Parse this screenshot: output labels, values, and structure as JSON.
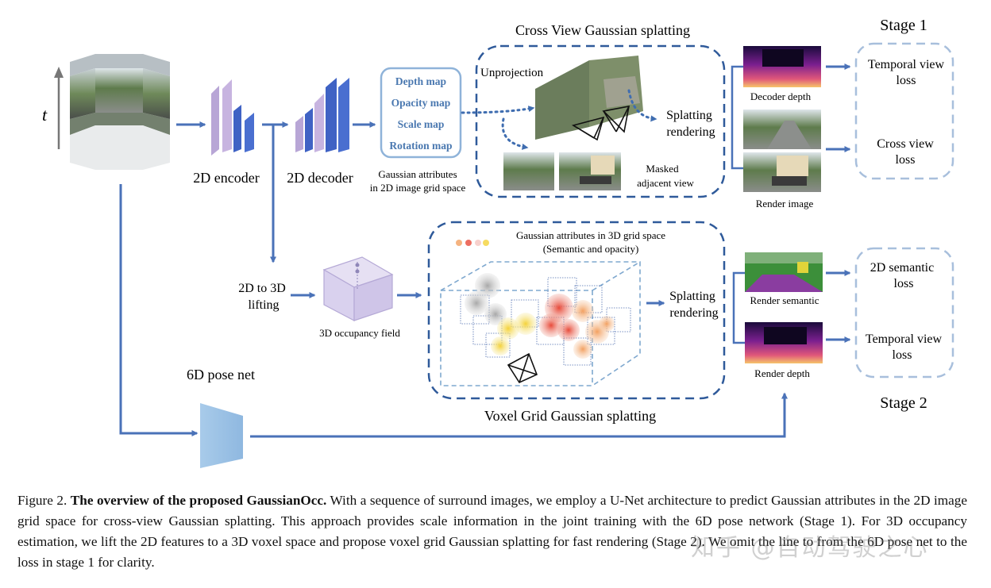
{
  "diagram": {
    "time_axis": "t",
    "encoder": "2D encoder",
    "decoder": "2D decoder",
    "attribute_maps": [
      "Depth map",
      "Opacity map",
      "Scale map",
      "Rotation map"
    ],
    "gaussian_2d": [
      "Gaussian attributes",
      "in 2D image grid space"
    ],
    "cross_view_title": "Cross View Gaussian splatting",
    "unprojection": "Unprojection",
    "splatting_rendering_1": [
      "Splatting",
      "rendering"
    ],
    "masked_view": [
      "Masked",
      "adjacent view"
    ],
    "decoder_depth": "Decoder depth",
    "render_image": "Render image",
    "stage1": "Stage 1",
    "loss_temporal_1": [
      "Temporal view",
      "loss"
    ],
    "loss_cross": [
      "Cross view",
      "loss"
    ],
    "lifting": [
      "2D to 3D",
      "lifting"
    ],
    "occupancy": "3D occupancy field",
    "gaussian_3d": [
      "Gaussian attributes in 3D grid space",
      "(Semantic and opacity)"
    ],
    "splatting_rendering_2": [
      "Splatting",
      "rendering"
    ],
    "voxel_title": "Voxel Grid Gaussian splatting",
    "render_semantic": "Render semantic",
    "render_depth": "Render depth",
    "stage2": "Stage 2",
    "loss_semantic": [
      "2D semantic",
      "loss"
    ],
    "loss_temporal_2": [
      "Temporal view",
      "loss"
    ],
    "pose_net": "6D pose net",
    "colors": {
      "arrow": "#4a72b8",
      "dashed": "#2f5a9a",
      "map_text": "#4a78b0",
      "pose": "#9fc4e6"
    }
  },
  "caption": {
    "label": "Figure 2.",
    "title": "The overview of the proposed GaussianOcc.",
    "body": "With a sequence of surround images, we employ a U-Net architecture to predict Gaussian attributes in the 2D image grid space for cross-view Gaussian splatting. This approach provides scale information in the joint training with the 6D pose network (Stage 1). For 3D occupancy estimation, we lift the 2D features to a 3D voxel space and propose voxel grid Gaussian splatting for fast rendering (Stage 2). We omit the line to from the 6D pose net to the loss in stage 1 for clarity."
  },
  "watermark": "知乎 @自动驾驶之心"
}
